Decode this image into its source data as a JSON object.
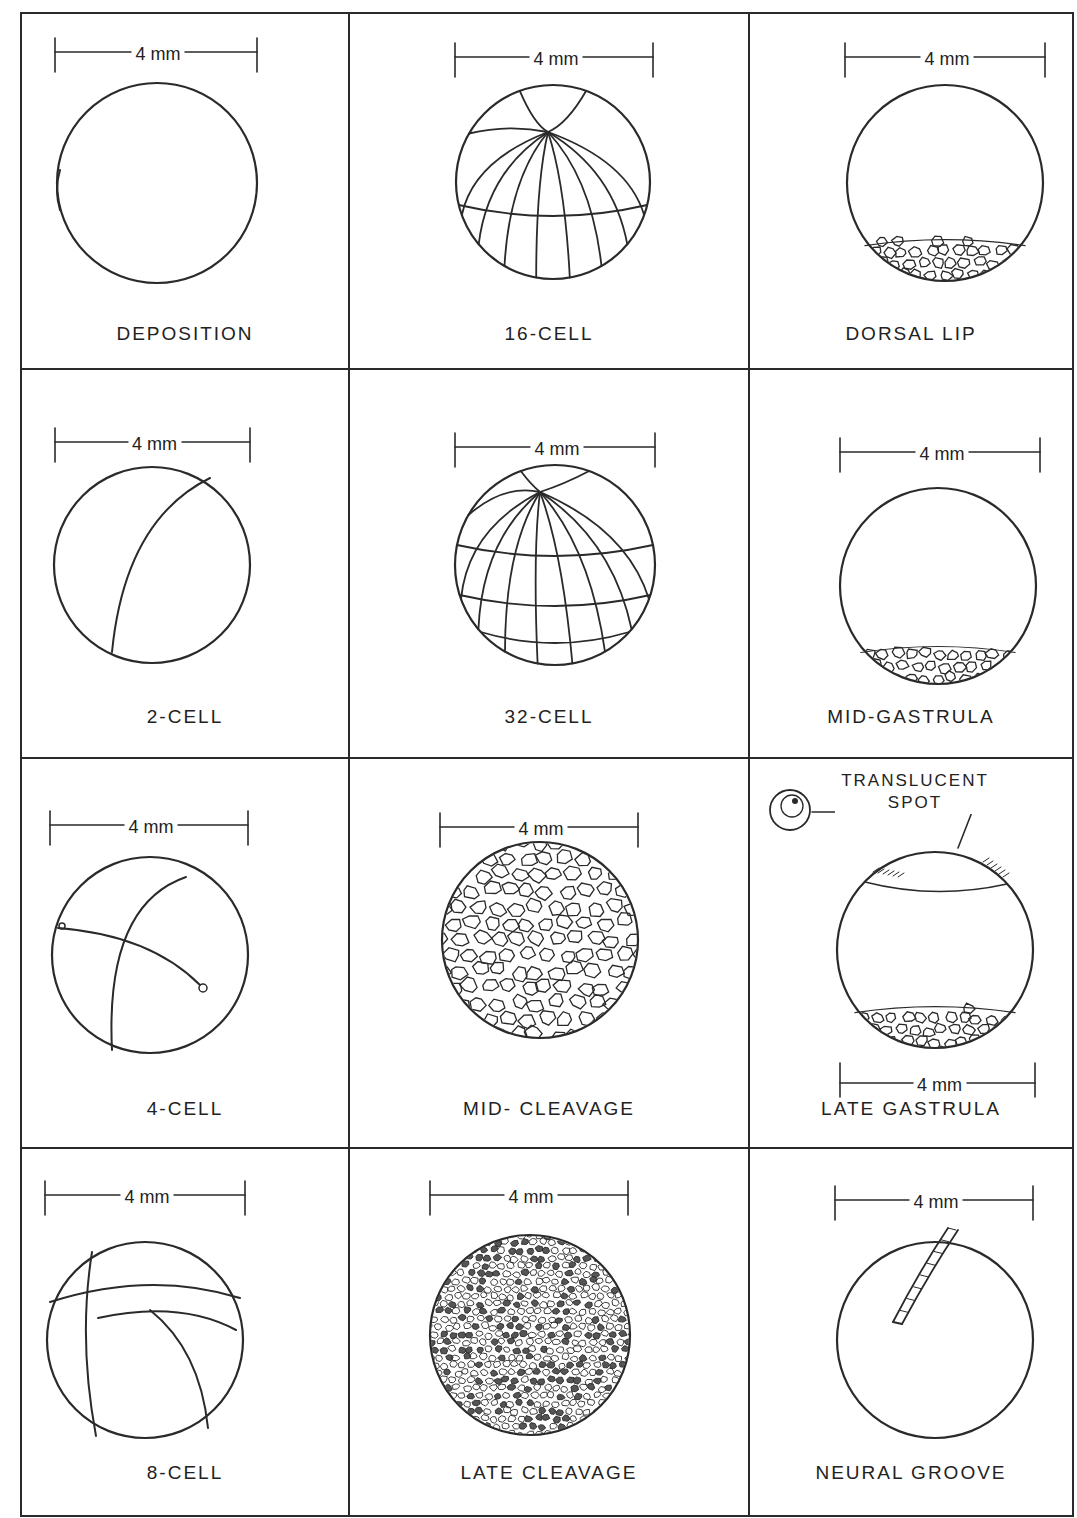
{
  "diagram": {
    "nodes": [
      {
        "text": [
          "DEPOSITION"
        ]
      },
      {
        "text": [
          "16-CELL"
        ]
      },
      {
        "text": [
          "DORSAL LIP"
        ]
      },
      {
        "text": [
          "2-CELL"
        ]
      },
      {
        "text": [
          "32-CELL"
        ]
      },
      {
        "text": [
          "MID-GASTRULA"
        ]
      },
      {
        "text": [
          "4-CELL"
        ]
      },
      {
        "text": [
          "MID- CLEAVAGE"
        ]
      },
      {
        "text": [
          "LATE GASTRULA"
        ]
      },
      {
        "text": [
          "8-CELL"
        ]
      },
      {
        "text": [
          "LATE CLEAVAGE"
        ]
      },
      {
        "text": [
          "NEURAL GROOVE"
        ]
      }
    ],
    "edges": [],
    "labels": [
      "4 mm",
      "4 mm",
      "4 mm",
      "4 mm",
      "4 mm",
      "4 mm",
      "4 mm",
      "4 mm",
      "4 mm",
      "4 mm",
      "4 mm",
      "4 mm",
      "TRANSLUCENT SPOT"
    ]
  }
}
